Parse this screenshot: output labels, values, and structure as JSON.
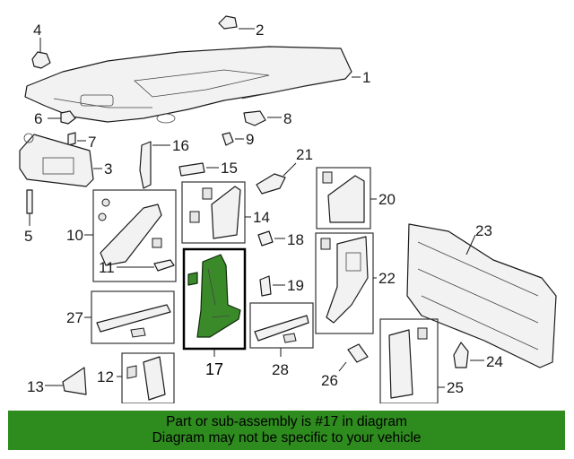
{
  "callouts": {
    "c1": "1",
    "c2": "2",
    "c3": "3",
    "c4": "4",
    "c5": "5",
    "c6": "6",
    "c7": "7",
    "c8": "8",
    "c9": "9",
    "c10": "10",
    "c11": "11",
    "c12": "12",
    "c13": "13",
    "c14": "14",
    "c15": "15",
    "c16": "16",
    "c17": "17",
    "c18": "18",
    "c19": "19",
    "c20": "20",
    "c21": "21",
    "c22": "22",
    "c23": "23",
    "c24": "24",
    "c25": "25",
    "c26": "26",
    "c27": "27",
    "c28": "28"
  },
  "highlight": {
    "part_number": "17",
    "color": "#3a8a2a"
  },
  "banner": {
    "line1": "Part or sub-assembly is #17 in diagram",
    "line2": "Diagram may not be specific to your vehicle",
    "background": "#2e8b1e"
  }
}
